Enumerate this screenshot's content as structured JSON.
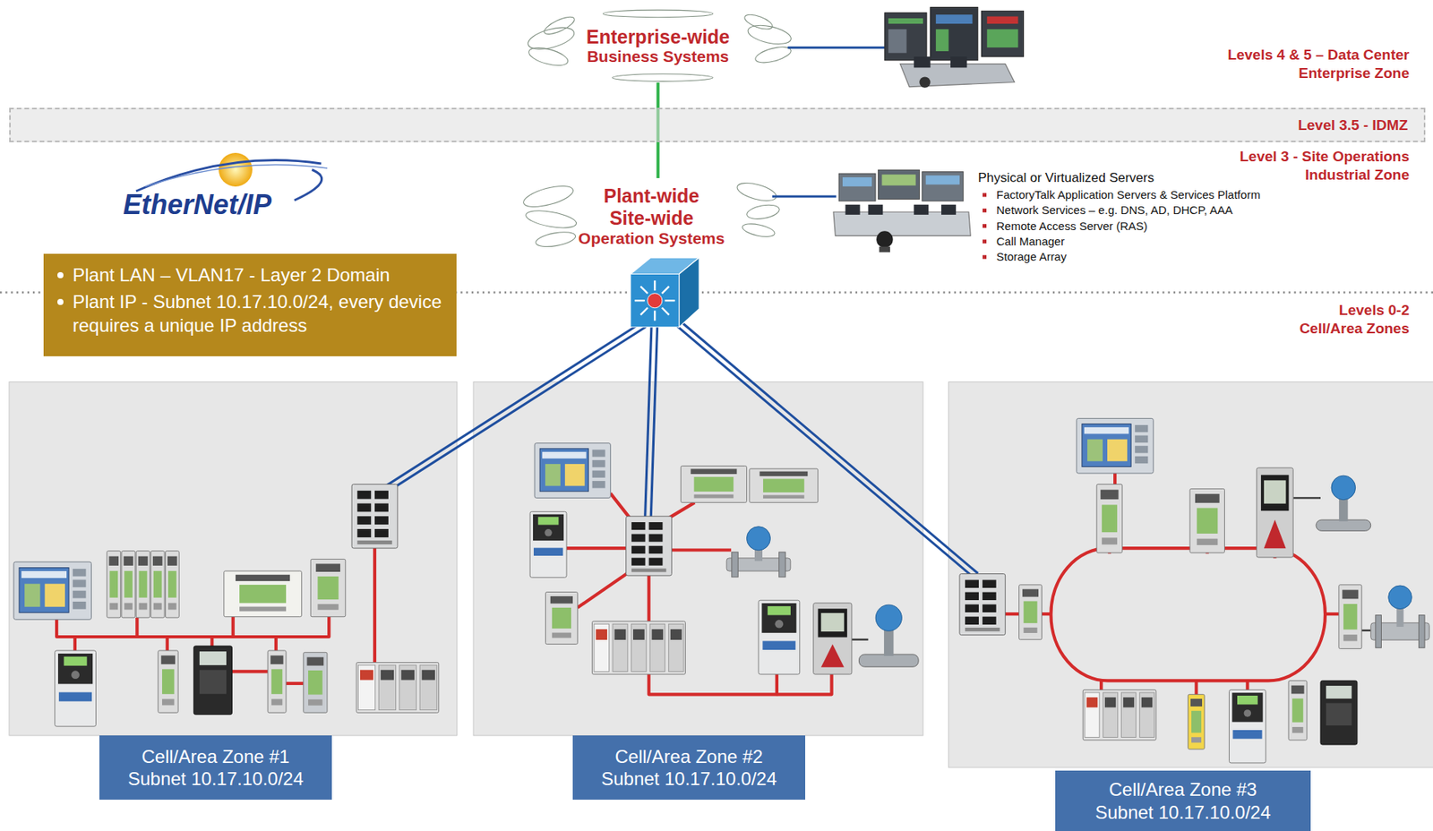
{
  "diagram": {
    "nodes": [
      {
        "text": [
          "Enterprise-wide",
          "Business Systems"
        ]
      },
      {
        "text": [
          "Level 3.5 - IDMZ"
        ]
      },
      {
        "text": [
          "Plant-wide Site-wide",
          "Operation Systems"
        ]
      },
      {
        "text": [
          "Plant LAN – VLAN17 - Layer 2 Domain",
          "Plant IP - Subnet 10.17.10.0/24, every device requires a unique IP address"
        ]
      },
      {
        "text": [
          "Cell/Area Zone #1 Subnet 10.17.10.0/24"
        ]
      },
      {
        "text": [
          "Cell/Area Zone #2 Subnet 10.17.10.0/24"
        ]
      },
      {
        "text": [
          "Cell/Area Zone #3 Subnet 10.17.10.0/24"
        ]
      }
    ],
    "edges": [
      {
        "from": 0,
        "to": 2,
        "arrow": "none"
      }
    ],
    "labels": [
      "Levels 4 & 5 – Data Center Enterprise Zone",
      "Level 3 - Site Operations Industrial Zone",
      "Levels 0-2 Cell/Area Zones",
      "Physical or Virtualized Servers",
      "FactoryTalk Application Servers & Services Platform",
      "Network Services – e.g. DNS, AD, DHCP, AAA",
      "Remote Access Server (RAS)",
      "Call Manager",
      "Storage Array",
      "EtherNet/IP"
    ]
  }
}
